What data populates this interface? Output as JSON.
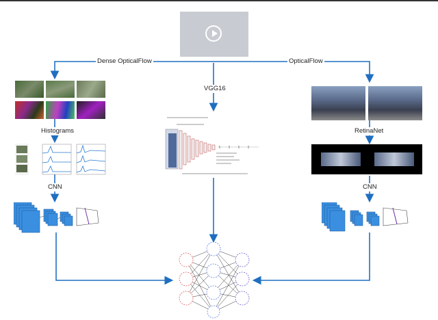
{
  "video": {
    "icon": "play-icon"
  },
  "labels": {
    "dense_flow": "Dense OpticalFlow",
    "optical_flow": "OpticalFlow",
    "vgg": "VGG16",
    "histograms": "Histograms",
    "retinanet": "RetinaNet",
    "cnn_left": "CNN",
    "cnn_right": "CNN"
  },
  "colors": {
    "arrow": "#1f6fc1",
    "cnn_block": "#3b8fe0",
    "nn_input": "#e06060",
    "nn_hidden": "#6080e0",
    "nn_output": "#7060d0"
  }
}
